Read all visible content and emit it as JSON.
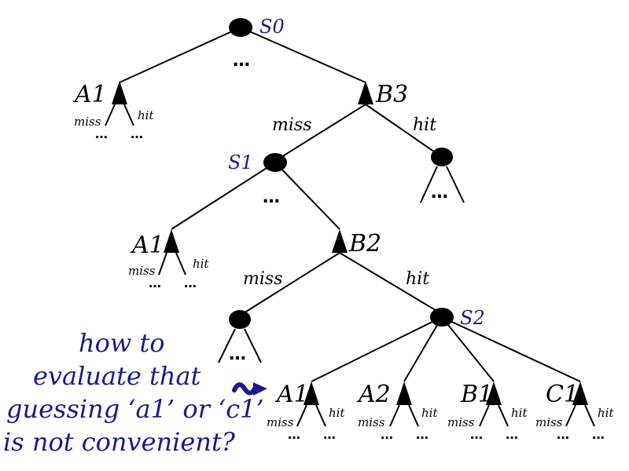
{
  "colors": {
    "ink": "#000000",
    "accent": "#1a1a8c"
  },
  "ellipsis": "…",
  "states": {
    "s0": "S0",
    "s1": "S1",
    "s2": "S2"
  },
  "level0": {
    "left_action": "A1",
    "left_miss": "miss",
    "left_hit": "hit",
    "right_action": "B3",
    "right_miss": "miss",
    "right_hit": "hit"
  },
  "level1": {
    "left_action": "A1",
    "left_miss": "miss",
    "left_hit": "hit",
    "right_action": "B2",
    "right_miss": "miss",
    "right_hit": "hit"
  },
  "level2": {
    "actions": [
      {
        "label": "A1",
        "miss": "miss",
        "hit": "hit"
      },
      {
        "label": "A2",
        "miss": "miss",
        "hit": "hit"
      },
      {
        "label": "B1",
        "miss": "miss",
        "hit": "hit"
      },
      {
        "label": "C1",
        "miss": "miss",
        "hit": "hit"
      }
    ]
  },
  "annotation": {
    "lines": [
      "how to",
      "evaluate that",
      "guessing ‘a1’ or ‘c1’",
      "is not convenient?"
    ],
    "arrow_icon": "squiggle-arrow-icon"
  }
}
